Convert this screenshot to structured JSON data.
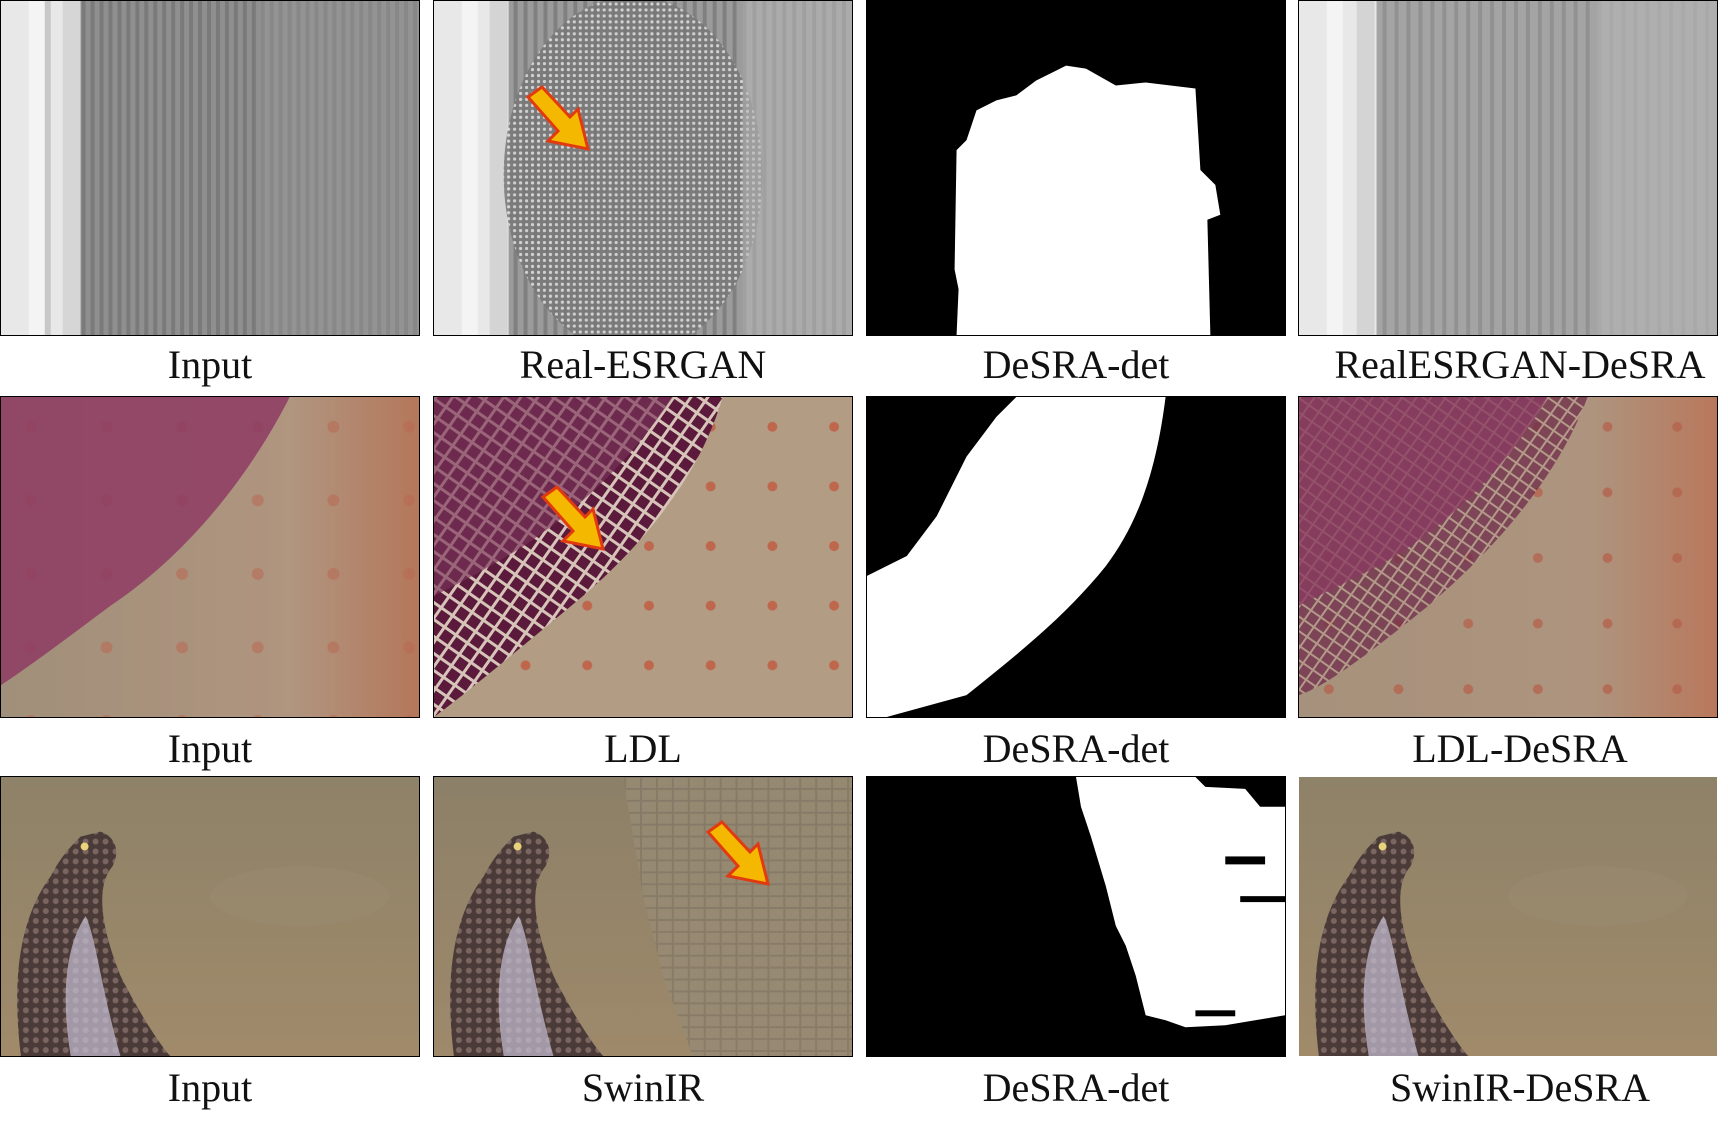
{
  "rows": [
    {
      "captions": [
        "Input",
        "Real-ESRGAN",
        "DeSRA-det",
        "RealESRGAN-DeSRA"
      ]
    },
    {
      "captions": [
        "Input",
        "LDL",
        "DeSRA-det",
        "LDL-DeSRA"
      ]
    },
    {
      "captions": [
        "Input",
        "SwinIR",
        "DeSRA-det",
        "SwinIR-DeSRA"
      ]
    }
  ],
  "colors": {
    "arrow_fill": "#f5b800",
    "arrow_stroke": "#e23a10",
    "mask_fg": "#ffffff",
    "mask_bg": "#000000"
  }
}
